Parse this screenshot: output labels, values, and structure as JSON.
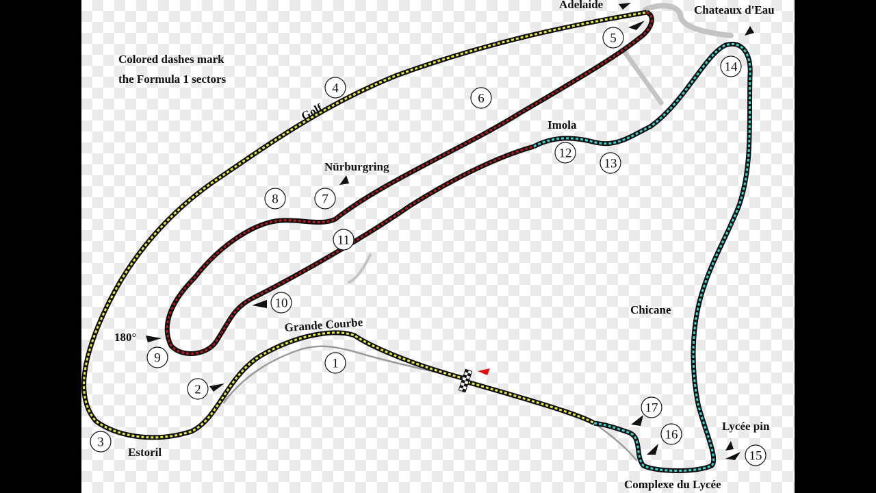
{
  "note": [
    "Colored dashes mark",
    "the Formula 1 sectors"
  ],
  "corners": {
    "adelaide": "Adelaide",
    "chateaux_deau": "Chateaux d'Eau",
    "golf": "Golf",
    "imola": "Imola",
    "nurburgring": "Nürburgring",
    "chicane": "Chicane",
    "grande_courbe": "Grande Courbe",
    "one_eighty": "180°",
    "estoril": "Estoril",
    "lycee_pin": "Lycée pin",
    "complexe_du_lycee": "Complexe du Lycée"
  },
  "turns": [
    "1",
    "2",
    "3",
    "4",
    "5",
    "6",
    "7",
    "8",
    "9",
    "10",
    "11",
    "12",
    "13",
    "14",
    "15",
    "16",
    "17"
  ],
  "sector_colors": {
    "sector1": "#e6e64a",
    "sector2": "#b01c1c",
    "sector3": "#3fd0d0"
  }
}
